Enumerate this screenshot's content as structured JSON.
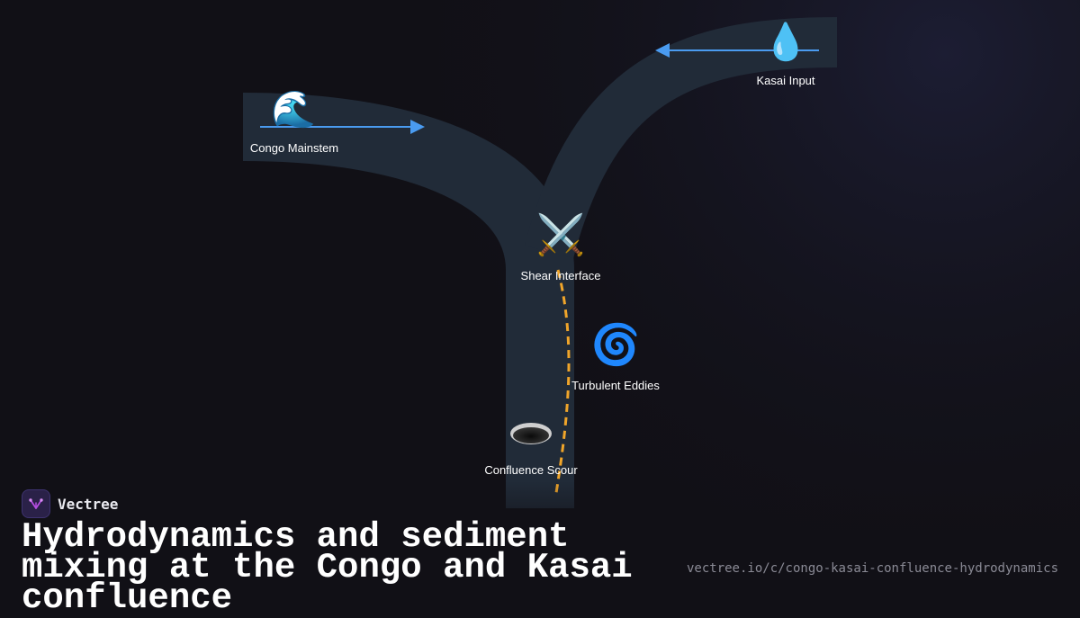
{
  "nodes": {
    "congo": {
      "icon": "wave-icon",
      "glyph": "🌊",
      "label": "Congo Mainstem"
    },
    "kasai": {
      "icon": "droplet-icon",
      "glyph": "💧",
      "label": "Kasai Input"
    },
    "shear": {
      "icon": "crossed-swords-icon",
      "glyph": "⚔️",
      "label": "Shear Interface"
    },
    "eddies": {
      "icon": "cyclone-icon",
      "glyph": "🌀",
      "label": "Turbulent Eddies"
    },
    "scour": {
      "icon": "hole-icon",
      "label": "Confluence Scour"
    }
  },
  "colors": {
    "background": "#111016",
    "channel": "#212b38",
    "flow_arrow": "#4a9bf0",
    "shear_line": "#f0a52a",
    "logo_accent": "#b44de0"
  },
  "brand": {
    "name": "Vectree",
    "icon": "vectree-logo-icon"
  },
  "title": "Hydrodynamics and sediment mixing at the Congo and Kasai confluence",
  "url": "vectree.io/c/congo-kasai-confluence-hydrodynamics"
}
